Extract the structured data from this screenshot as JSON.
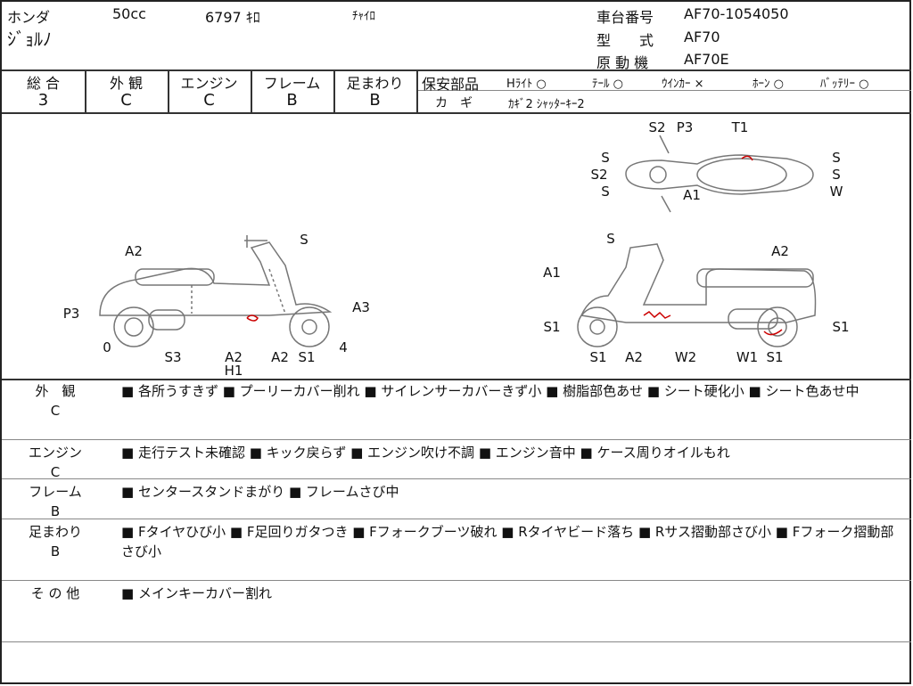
{
  "header": {
    "maker": "ホンダ",
    "displacement": "50cc",
    "mileage": "6797 ｷﾛ",
    "color": "ﾁｬｲﾛ",
    "model_name": "ｼﾞｮﾙﾉ",
    "frame_no_label": "車台番号",
    "frame_no": "AF70-1054050",
    "type_label": "型　　式",
    "type": "AF70",
    "engine_label": "原 動 機",
    "engine": "AF70E"
  },
  "scores": [
    {
      "label": "総 合",
      "value": "3"
    },
    {
      "label": "外 観",
      "value": "C"
    },
    {
      "label": "エンジン",
      "value": "C"
    },
    {
      "label": "フレーム",
      "value": "B"
    },
    {
      "label": "足まわり",
      "value": "B"
    }
  ],
  "safety": {
    "label": "保安部品",
    "items": [
      "Hﾗｲﾄ ○",
      "ﾃｰﾙ ○",
      "ｳｲﾝｶｰ ×",
      "ﾎｰﾝ ○",
      "ﾊﾞｯﾃﾘｰ ○"
    ]
  },
  "keys": {
    "label": "カ　ギ",
    "value": "ｶｷﾞ2 ｼｬｯﾀｰｷｰ2"
  },
  "diagram": {
    "labels": [
      "A2",
      "S",
      "P3",
      "A3",
      "0",
      "4",
      "S3",
      "A2",
      "H1",
      "A2",
      "S1",
      "S2",
      "P3",
      "T1",
      "S",
      "S2",
      "S",
      "A1",
      "S",
      "S",
      "W",
      "S",
      "A2",
      "A1",
      "S1",
      "S1",
      "S1",
      "A2",
      "W2",
      "W1",
      "S1"
    ]
  },
  "sections": [
    {
      "title": "外　観",
      "grade": "C",
      "text": "■ 各所うすきず ■ プーリーカバー削れ ■ サイレンサーカバーきず小 ■ 樹脂部色あせ ■ シート硬化小 ■ シート色あせ中"
    },
    {
      "title": "エンジン",
      "grade": "C",
      "text": "■ 走行テスト未確認 ■ キック戻らず ■ エンジン吹け不調 ■ エンジン音中 ■ ケース周りオイルもれ"
    },
    {
      "title": "フレーム",
      "grade": "B",
      "text": "■ センタースタンドまがり ■ フレームさび中"
    },
    {
      "title": "足まわり",
      "grade": "B",
      "text": "■ Fタイヤひび小 ■ F足回りガタつき ■ Fフォークブーツ破れ ■ Rタイヤビード落ち ■ Rサス摺動部さび小 ■ Fフォーク摺動部さび小"
    },
    {
      "title": "そ の 他",
      "grade": "",
      "text": "■ メインキーカバー割れ"
    }
  ]
}
